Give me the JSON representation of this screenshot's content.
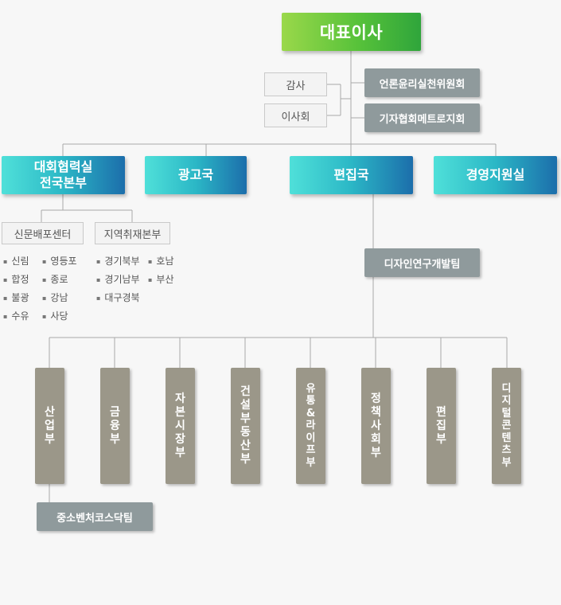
{
  "ceo": "대표이사",
  "audit": "감사",
  "board": "이사회",
  "committees": [
    "언론윤리실천위원회",
    "기자협회메트로지회"
  ],
  "departments": [
    {
      "label_lines": [
        "대회협력실",
        "전국본부"
      ]
    },
    {
      "label_lines": [
        "광고국"
      ]
    },
    {
      "label_lines": [
        "편집국"
      ]
    },
    {
      "label_lines": [
        "경영지원실"
      ]
    }
  ],
  "centers": [
    "신문배포센터",
    "지역취재본부"
  ],
  "distribution_branches": {
    "col1": [
      "신림",
      "합정",
      "불광",
      "수유"
    ],
    "col2": [
      "영등포",
      "종로",
      "강남",
      "사당"
    ]
  },
  "regional_branches": {
    "col1": [
      "경기북부",
      "경기남부",
      "대구경북"
    ],
    "col2": [
      "호남",
      "부산"
    ]
  },
  "design_team": "디자인연구개발팀",
  "editorial_departments": [
    "산업부",
    "금융부",
    "자본시장부",
    "건설부동산부",
    "유통&라이프부",
    "정책사회부",
    "편집부",
    "디지털콘텐츠부"
  ],
  "sub_team": "중소벤처코스닥팀"
}
